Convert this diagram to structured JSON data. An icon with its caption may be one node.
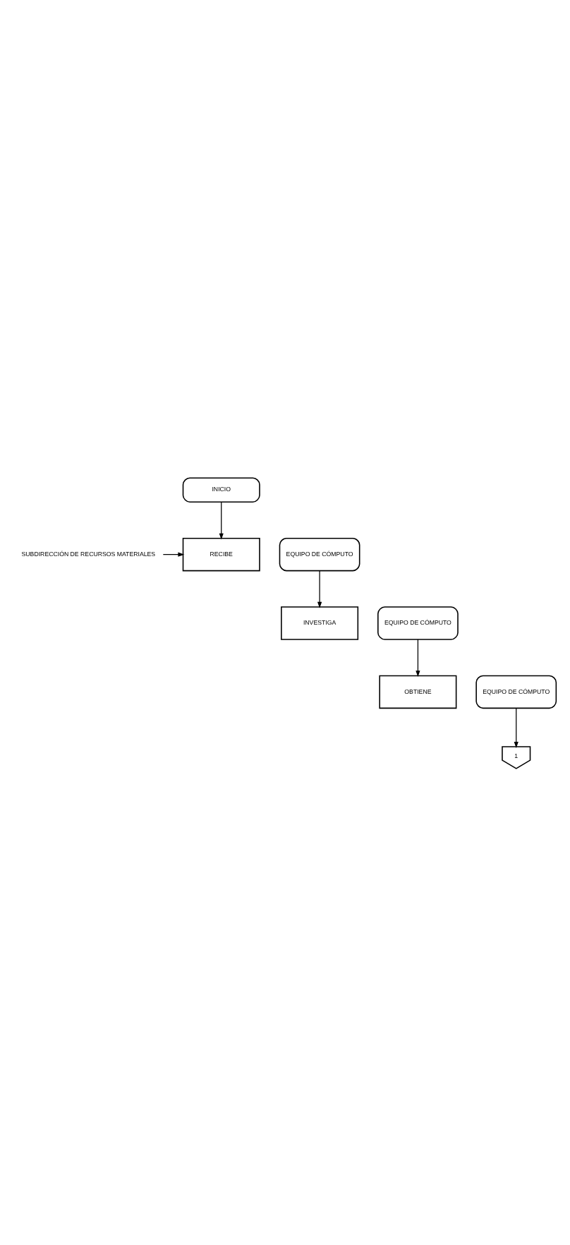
{
  "diagram": {
    "nodes": [
      {
        "text": [
          "INICIO"
        ]
      },
      {
        "text": [
          "SUBDIRECCIÓN DE RECURSOS MATERIALES"
        ]
      },
      {
        "text": [
          "RECIBE"
        ]
      },
      {
        "text": [
          "EQUIPO DE CÓMPUTO"
        ]
      },
      {
        "text": [
          "INVESTIGA"
        ]
      },
      {
        "text": [
          "EQUIPO DE CÓMPUTO"
        ]
      },
      {
        "text": [
          "OBTIENE"
        ]
      },
      {
        "text": [
          "EQUIPO DE CÓMPUTO"
        ]
      },
      {
        "text": [
          "1"
        ]
      }
    ],
    "edges": [
      {
        "from": 0,
        "to": 2,
        "arrow": "to"
      },
      {
        "from": 1,
        "to": 2,
        "arrow": "to"
      },
      {
        "from": 3,
        "to": 4,
        "arrow": "to"
      },
      {
        "from": 5,
        "to": 6,
        "arrow": "to"
      },
      {
        "from": 7,
        "to": 8,
        "arrow": "to"
      }
    ]
  }
}
